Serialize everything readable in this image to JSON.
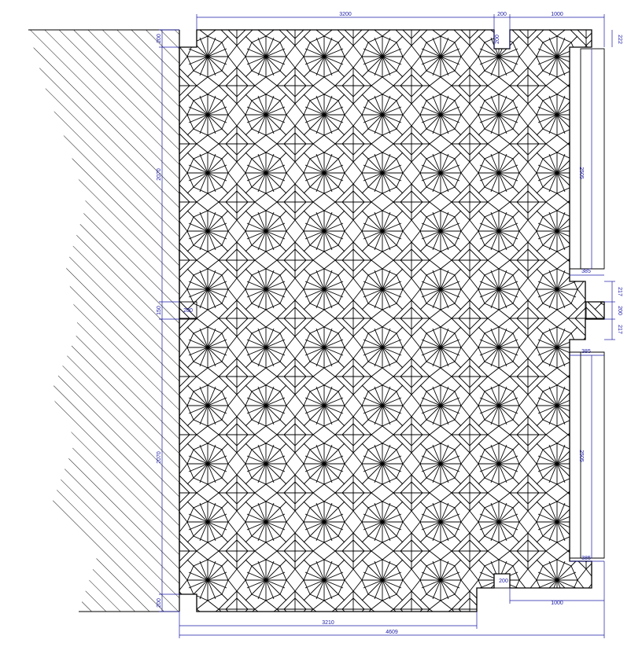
{
  "colors": {
    "line": "#000000",
    "dimension": "#1a1aa6",
    "background": "#ffffff"
  },
  "dimensions": {
    "top_width": "3200",
    "top_notch": "200",
    "top_right": "1000",
    "top_right_edge": "222",
    "left_top_step": "200",
    "left_upper_height": "2070",
    "left_mid_value": "200",
    "left_mid_small": "150",
    "left_lower_height": "2070",
    "left_bottom_step": "200",
    "right_upper_height": "2505",
    "right_upper_offset": "385",
    "right_mid_a": "217",
    "right_mid_b": "200",
    "right_mid_c": "217",
    "right_lower_offset": "385",
    "right_lower_height": "2505",
    "right_bottom_offset": "385",
    "bottom_notch": "200",
    "bottom_right": "1000",
    "bottom_width": "3210",
    "overall_width": "4609"
  }
}
